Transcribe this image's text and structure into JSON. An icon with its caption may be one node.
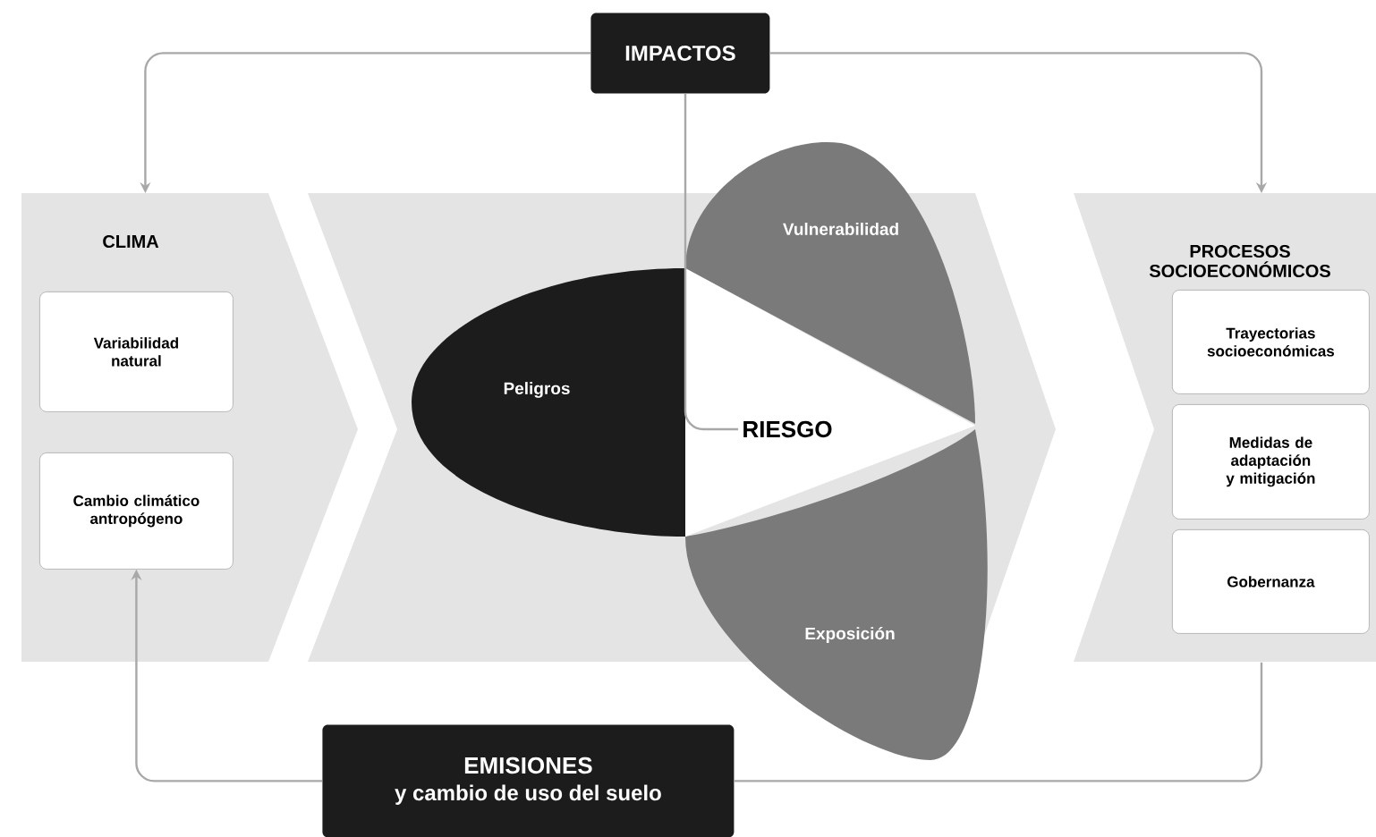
{
  "diagram": {
    "nodes": [
      {
        "text": [
          "IMPACTOS"
        ]
      },
      {
        "text": [
          "CLIMA"
        ]
      },
      {
        "text": [
          "Variabilidad natural"
        ],
        "in": 1
      },
      {
        "text": [
          "Cambio climático antropógeno"
        ],
        "in": 1
      },
      {
        "text": [
          "PROCESOS SOCIOECONÓMICOS"
        ]
      },
      {
        "text": [
          "Trayectorias socioeconómicas"
        ],
        "in": 4
      },
      {
        "text": [
          "Medidas de adaptación y mitigación"
        ],
        "in": 4
      },
      {
        "text": [
          "Gobernanza"
        ],
        "in": 4
      },
      {
        "text": [
          "Peligros"
        ]
      },
      {
        "text": [
          "Vulnerabilidad"
        ]
      },
      {
        "text": [
          "Exposición"
        ]
      },
      {
        "text": [
          "RIESGO"
        ]
      },
      {
        "text": [
          "EMISIONES",
          "y cambio de uso del suelo"
        ]
      }
    ],
    "edges": [
      {
        "from": 0,
        "to": 1,
        "arrow": "to"
      },
      {
        "from": 0,
        "to": 4,
        "arrow": "to"
      },
      {
        "from": 0,
        "to": 11,
        "arrow": "none"
      },
      {
        "from": 4,
        "to": 12,
        "arrow": "none"
      },
      {
        "from": 12,
        "to": 3,
        "arrow": "to"
      }
    ]
  }
}
